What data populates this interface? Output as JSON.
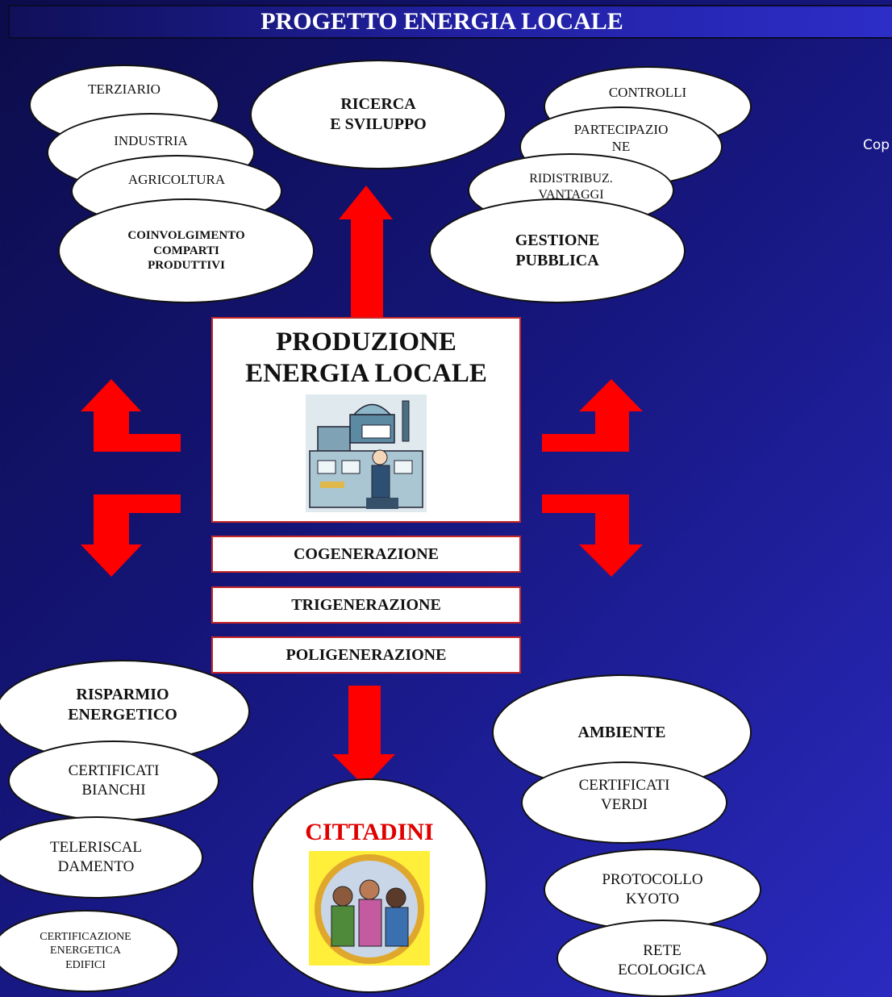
{
  "title": "PROGETTO  ENERGIA LOCALE",
  "side_text": "Cop",
  "top_left": {
    "terziario": "TERZIARIO",
    "industria": "INDUSTRIA",
    "agricoltura": "AGRICOLTURA",
    "coinvolgimento": [
      "COINVOLGIMENTO",
      "COMPARTI",
      "PRODUTTIVI"
    ]
  },
  "ricerca": [
    "RICERCA",
    "E SVILUPPO"
  ],
  "top_right": {
    "controlli": "CONTROLLI",
    "partecipazione": [
      "PARTECIPAZIO",
      "NE"
    ],
    "ridistribuzione": [
      "RIDISTRIBUZ.",
      "VANTAGGI"
    ],
    "gestione": [
      "GESTIONE",
      "PUBBLICA"
    ]
  },
  "center": {
    "title": [
      "PRODUZIONE",
      "ENERGIA LOCALE"
    ],
    "image_icon": "power-plant-operator-icon",
    "boxes": [
      "COGENERAZIONE",
      "TRIGENERAZIONE",
      "POLIGENERAZIONE"
    ]
  },
  "bottom_left": {
    "risparmio": [
      "RISPARMIO",
      "ENERGETICO"
    ],
    "certificati_bianchi": [
      "CERTIFICATI",
      "BIANCHI"
    ],
    "teleriscaldamento": [
      "TELERISCAL",
      "DAMENTO"
    ],
    "certificazione": [
      "CERTIFICAZIONE",
      "ENERGETICA",
      "EDIFICI"
    ]
  },
  "cittadini": {
    "label": "CITTADINI",
    "image_icon": "people-group-icon"
  },
  "bottom_right": {
    "ambiente": "AMBIENTE",
    "certificati_verdi": [
      "CERTIFICATI",
      "VERDI"
    ],
    "protocollo": [
      "PROTOCOLLO",
      "KYOTO"
    ],
    "rete": [
      "RETE",
      "ECOLOGICA"
    ]
  },
  "colors": {
    "arrow": "#ff0000",
    "box_border": "#c62828",
    "cittadini_text": "#e00000"
  }
}
